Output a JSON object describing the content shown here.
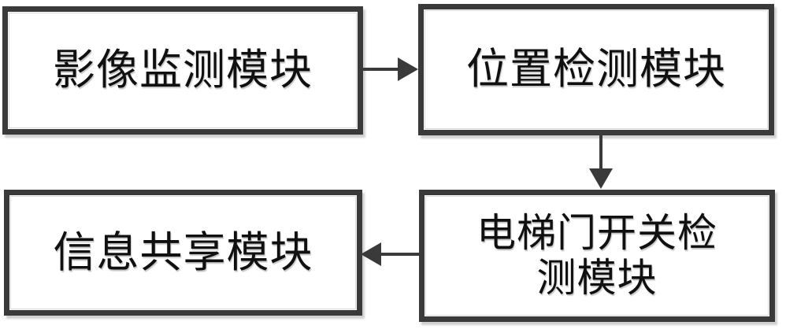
{
  "diagram": {
    "type": "block-diagram",
    "title": "",
    "background_color": "#ffffff",
    "box_border_color": "#3a3a3a",
    "box_fill_color": "#ffffff",
    "connector_color": "#3a3a3a",
    "nodes": [
      {
        "id": "image-monitor",
        "label": "影像监测模块",
        "position": "top-left"
      },
      {
        "id": "position-detect",
        "label": "位置检测模块",
        "position": "top-right"
      },
      {
        "id": "door-switch",
        "label": "电梯门开关检\n测模块",
        "position": "bottom-right"
      },
      {
        "id": "info-share",
        "label": "信息共享模块",
        "position": "bottom-left"
      }
    ],
    "edges": [
      {
        "id": "monitor-to-position",
        "from": "image-monitor",
        "to": "position-detect",
        "direction": "right",
        "label": ""
      },
      {
        "id": "position-to-door",
        "from": "position-detect",
        "to": "door-switch",
        "direction": "down",
        "label": ""
      },
      {
        "id": "door-to-info",
        "from": "door-switch",
        "to": "info-share",
        "direction": "left",
        "label": ""
      }
    ]
  }
}
